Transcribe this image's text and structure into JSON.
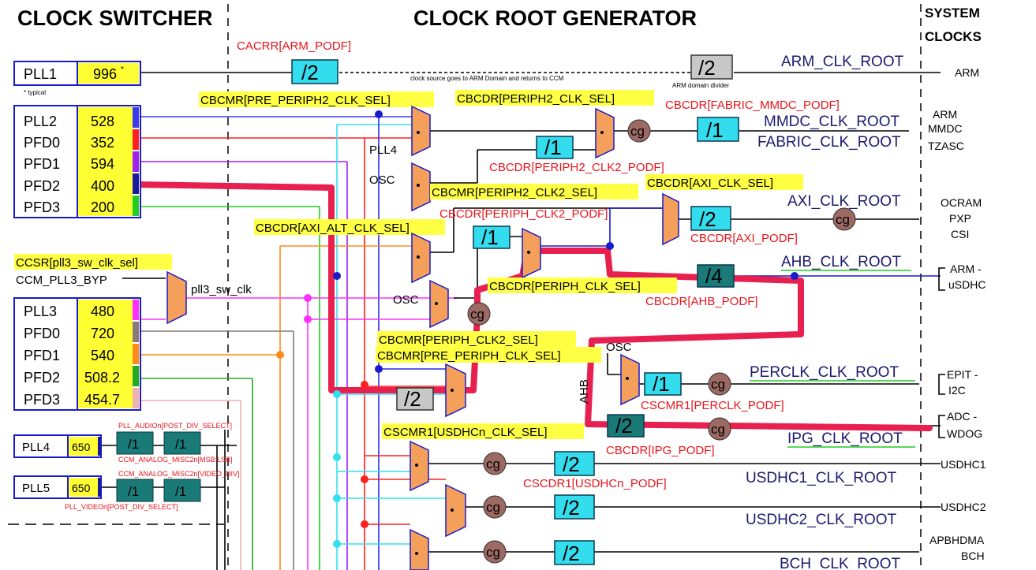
{
  "headers": {
    "clock_switcher": "CLOCK SWITCHER",
    "clock_root_generator": "CLOCK ROOT GENERATOR",
    "system_clocks_1": "SYSTEM",
    "system_clocks_2": "CLOCKS"
  },
  "pll1": {
    "name": "PLL1",
    "value": "996",
    "mark": "*",
    "note": "* typical"
  },
  "pll2_group": {
    "rows": [
      {
        "name": "PLL2",
        "value": "528"
      },
      {
        "name": "PFD0",
        "value": "352"
      },
      {
        "name": "PFD1",
        "value": "594"
      },
      {
        "name": "PFD2",
        "value": "400"
      },
      {
        "name": "PFD3",
        "value": "200"
      }
    ]
  },
  "pll3_group": {
    "rows": [
      {
        "name": "PLL3",
        "value": "480"
      },
      {
        "name": "PFD0",
        "value": "720"
      },
      {
        "name": "PFD1",
        "value": "540"
      },
      {
        "name": "PFD2",
        "value": "508.2"
      },
      {
        "name": "PFD3",
        "value": "454.7"
      }
    ]
  },
  "pll4": {
    "name": "PLL4",
    "value": "650"
  },
  "pll5": {
    "name": "PLL5",
    "value": "650"
  },
  "register_labels": {
    "cacrr_arm_podf": "CACRR[ARM_PODF]",
    "cbcmr_pre_periph2": "CBCMR[PRE_PERIPH2_CLK_SEL]",
    "cbcdr_periph2_clk_sel": "CBCDR[PERIPH2_CLK_SEL]",
    "cbcdr_fabric_mmdc_podf": "CBCDR[FABRIC_MMDC_PODF]",
    "cbcdr_periph2_clk2_podf": "CBCDR[PERIPH2_CLK2_PODF]",
    "cbcdr_axi_clk_sel": "CBCDR[AXI_CLK_SEL]",
    "cbcmr_periph2_clk2_sel": "CBCMR[PERIPH2_CLK2_SEL]",
    "cbcdr_periph_clk2_podf": "CBCDR[PERIPH_CLK2_PODF]",
    "cbcdr_axi_podf": "CBCDR[AXI_PODF]",
    "cbcdr_axi_alt_clk_sel": "CBCDR[AXI_ALT_CLK_SEL]",
    "ccsr_pll3_sw_clk_sel": "CCSR[pll3_sw_clk_sel]",
    "cbcdr_periph_clk_sel": "CBCDR[PERIPH_CLK_SEL]",
    "cbcdr_ahb_podf": "CBCDR[AHB_PODF]",
    "cbcmr_periph_clk2_sel": "CBCMR[PERIPH_CLK2_SEL]",
    "cbcmr_pre_periph_clk_sel": "CBCMR[PRE_PERIPH_CLK_SEL]",
    "cscmr1_perclk_podf": "CSCMR1[PERCLK_PODF]",
    "cscmr1_usdhcn_clk_sel": "CSCMR1[USDHCn_CLK_SEL]",
    "cbcdr_ipg_podf": "CBCDR[IPG_PODF]",
    "cscdr1_usdhcn_podf": "CSCDR1[USDHCn_PODF]",
    "pll_audio_post_div": "PLL_AUDIOn[POST_DIV_SELECT]",
    "ccm_analog_misc2_msb_lsb": "CCM_ANALOG_MISC2n[MSB:LSB]",
    "ccm_analog_misc2_video_div": "CCM_ANALOG_MISC2n[VIDEO_DIV]",
    "pll_video_post_div": "PLL_VIDEOn[POST_DIV_SELECT]"
  },
  "signal_labels": {
    "ccm_pll3_byp": "CCM_PLL3_BYP",
    "pll3_sw_clk": "pll3_sw_clk",
    "pll4": "PLL4",
    "osc": "OSC",
    "ahb": "AHB",
    "clock_source_note": "clock source goes to ARM Domain and returns to CCM",
    "arm_domain_divider": "ARM domain divider"
  },
  "dividers": {
    "d2": "/2",
    "d1": "/1",
    "d4": "/4"
  },
  "cg": "cg",
  "clock_roots": {
    "arm": "ARM_CLK_ROOT",
    "mmdc": "MMDC_CLK_ROOT",
    "fabric": "FABRIC_CLK_ROOT",
    "axi": "AXI_CLK_ROOT",
    "ahb": "AHB_CLK_ROOT",
    "perclk": "PERCLK_CLK_ROOT",
    "ipg": "IPG_CLK_ROOT",
    "usdhc1": "USDHC1_CLK_ROOT",
    "usdhc2": "USDHC2_CLK_ROOT",
    "bch": "BCH_CLK_ROOT"
  },
  "system_clocks": {
    "arm": "ARM",
    "arm_mmdc_1": "ARM",
    "arm_mmdc_2": "MMDC",
    "arm_mmdc_3": "TZASC",
    "ocram": "OCRAM",
    "pxp": "PXP",
    "csi": "CSI",
    "ahb_1": "ARM -",
    "ahb_2": "uSDHC",
    "epit_1": "EPIT -",
    "epit_2": "I2C",
    "adc_1": "ADC -",
    "adc_2": "WDOG",
    "usdhc1": "USDHC1",
    "usdhc2": "USDHC2",
    "apbhdma": "APBHDMA",
    "bch": "BCH"
  },
  "colors": {
    "source_fill": "#ffff33",
    "source_border": "#1a1acc",
    "divider_fill": "#33ddee",
    "divider_gray": "#c8c8c8",
    "pll_div_fill": "#1a7a78",
    "mux_fill": "#f5a05a",
    "cg_fill": "#9c6a63",
    "highlight": "#e8204f",
    "register_red": "#e8141b",
    "root_navy": "#1a1a6e",
    "label_bg": "#ffff44"
  }
}
